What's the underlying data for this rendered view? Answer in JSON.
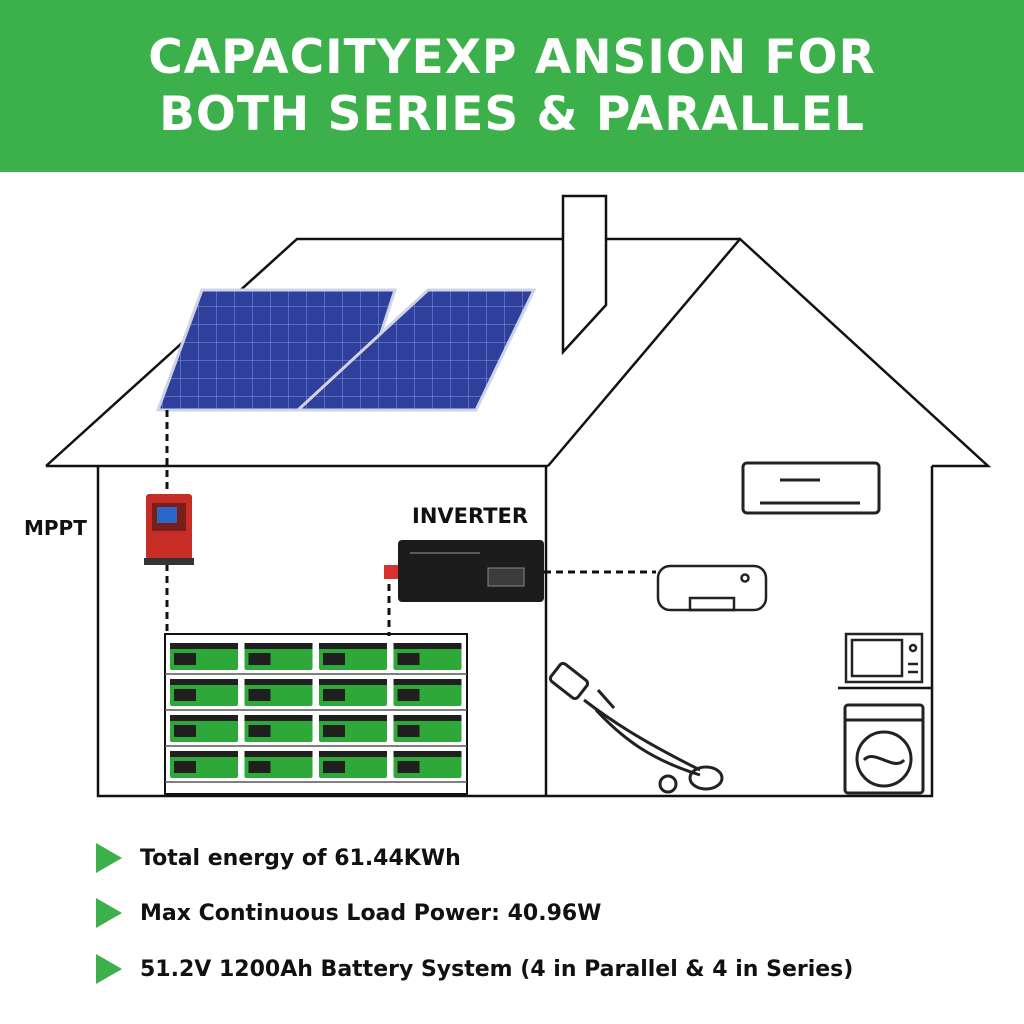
{
  "header": {
    "line1": "CAPACITYEXP ANSION FOR",
    "line2": "BOTH SERIES & PARALLEL",
    "bg_color": "#3cb04a"
  },
  "labels": {
    "mppt": "MPPT",
    "inverter": "INVERTER"
  },
  "features": [
    "Total energy of  61.44KWh",
    "Max Continuous Load Power: 40.96W",
    "51.2V 1200Ah Battery System (4 in Parallel & 4 in Series)"
  ],
  "battery_bank": {
    "rows": 4,
    "columns": 4
  },
  "icons": [
    "solar-panel-icon",
    "mppt-controller-icon",
    "inverter-icon",
    "battery-icon",
    "air-conditioner-icon",
    "water-heater-icon",
    "microwave-icon",
    "washing-machine-icon",
    "lawn-trimmer-icon"
  ],
  "colors": {
    "accent": "#3cb04a",
    "panel": "#2c3f9a",
    "controller": "#c8302a",
    "battery": "#2fa83a"
  }
}
